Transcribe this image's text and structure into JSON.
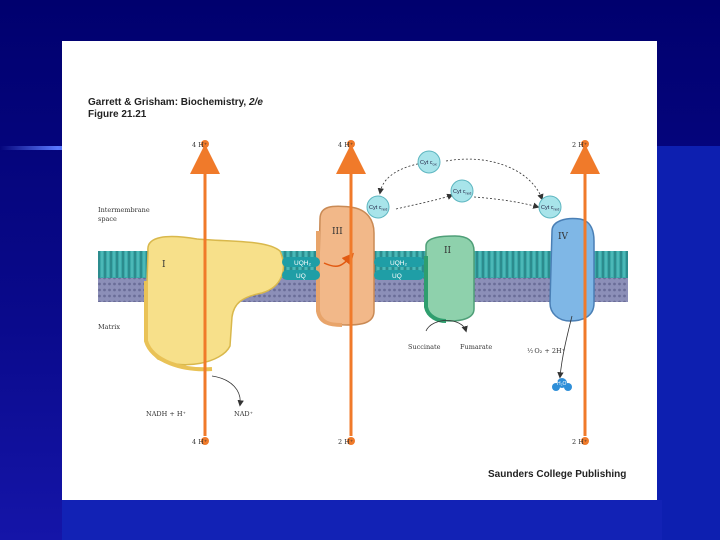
{
  "header": {
    "line1_prefix": "Garrett & Grisham: Biochemistry, ",
    "line1_edition": "2/e",
    "line2": "Figure 21.21"
  },
  "publisher": "Saunders College Publishing",
  "regions": {
    "intermembrane": "Intermembrane",
    "intermembrane2": "space",
    "matrix": "Matrix"
  },
  "complexes": {
    "c1": "I",
    "c2": "II",
    "c3": "III",
    "c4": "IV"
  },
  "protons": {
    "top1": "4 H⁺",
    "top2": "4 H⁺",
    "top3": "2 H⁺",
    "bot1": "4 H⁺",
    "bot2": "2 H⁺",
    "bot3": "2 H⁺"
  },
  "cytochromes": {
    "cyt_top": "Cyt c",
    "cyt_top_sub": "ox",
    "cyt_mid": "Cyt c",
    "cyt_mid_sub": "red",
    "cyt_left": "Cyt c",
    "cyt_left_sub": "red",
    "cyt_right": "Cyt c",
    "cyt_right_sub": "red"
  },
  "ubiquinone": {
    "uqh2_left": "UQH₂",
    "uq_left": "UQ",
    "uqh2_right": "UQH₂",
    "uq_right": "UQ"
  },
  "substrates": {
    "nadh": "NADH + H⁺",
    "nad": "NAD⁺",
    "succinate": "Succinate",
    "fumarate": "Fumarate",
    "o2": "O₂ + 2H⁺",
    "o2_frac": "½",
    "h2o": "H₂O"
  },
  "colors": {
    "background": "#0a0a7a",
    "proton_arrow": "#f07a2a",
    "membrane": "#3aa8a8",
    "complex1": "#f7e08a",
    "complex2": "#8ed1ac",
    "complex3": "#f2b889",
    "complex4": "#7fb7e6",
    "cytochrome": "#a8e4ea"
  }
}
